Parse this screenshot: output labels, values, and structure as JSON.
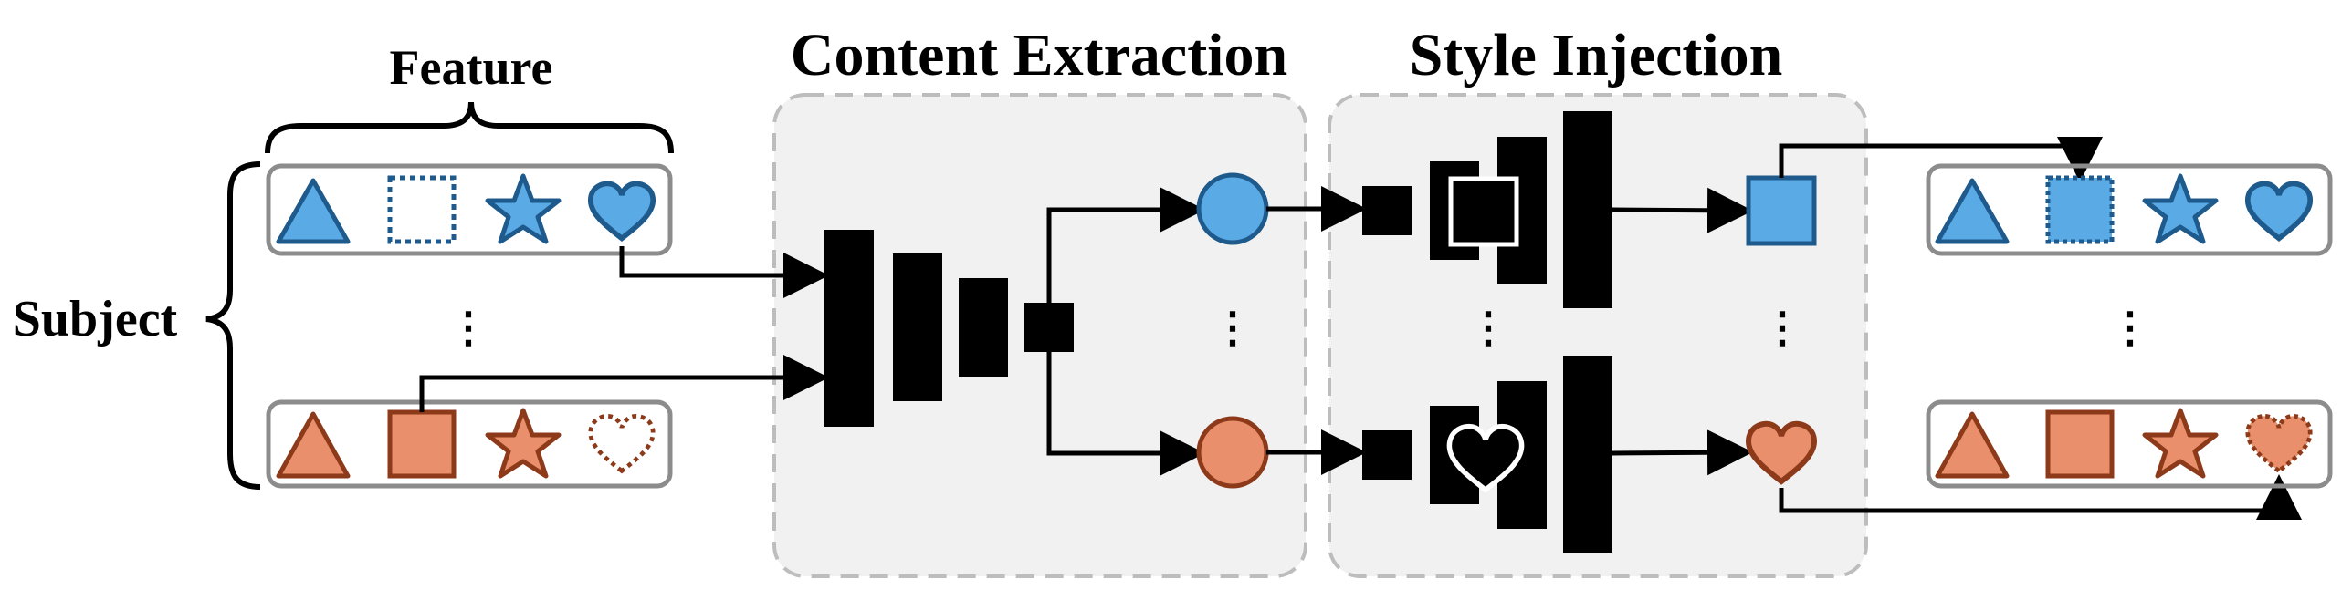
{
  "labels": {
    "feature": "Feature",
    "subject": "Subject",
    "content_extraction": "Content Extraction",
    "style_injection": "Style Injection",
    "ellipsis": "⋮"
  },
  "colors": {
    "blue_fill": "#5aaae6",
    "blue_stroke": "#1e5a8c",
    "orange_fill": "#e98f6b",
    "orange_stroke": "#8c3a1a",
    "panel_fill": "#f1f1f1",
    "panel_stroke": "#bdbdbd",
    "row_stroke": "#8c8c8c",
    "block": "#000000"
  },
  "rows": {
    "input_top": [
      "triangle",
      "square-dashed",
      "star",
      "heart"
    ],
    "input_bottom": [
      "triangle",
      "square",
      "star",
      "heart-dashed"
    ],
    "output_top": [
      "triangle",
      "square-dotted-filled",
      "star",
      "heart"
    ],
    "output_bottom": [
      "triangle",
      "square",
      "star",
      "heart-dotted-filled"
    ]
  },
  "icons": {
    "content_features": [
      "circle",
      "circle"
    ],
    "style_shapes": [
      "square",
      "heart"
    ],
    "outputs": [
      "square",
      "heart"
    ]
  }
}
